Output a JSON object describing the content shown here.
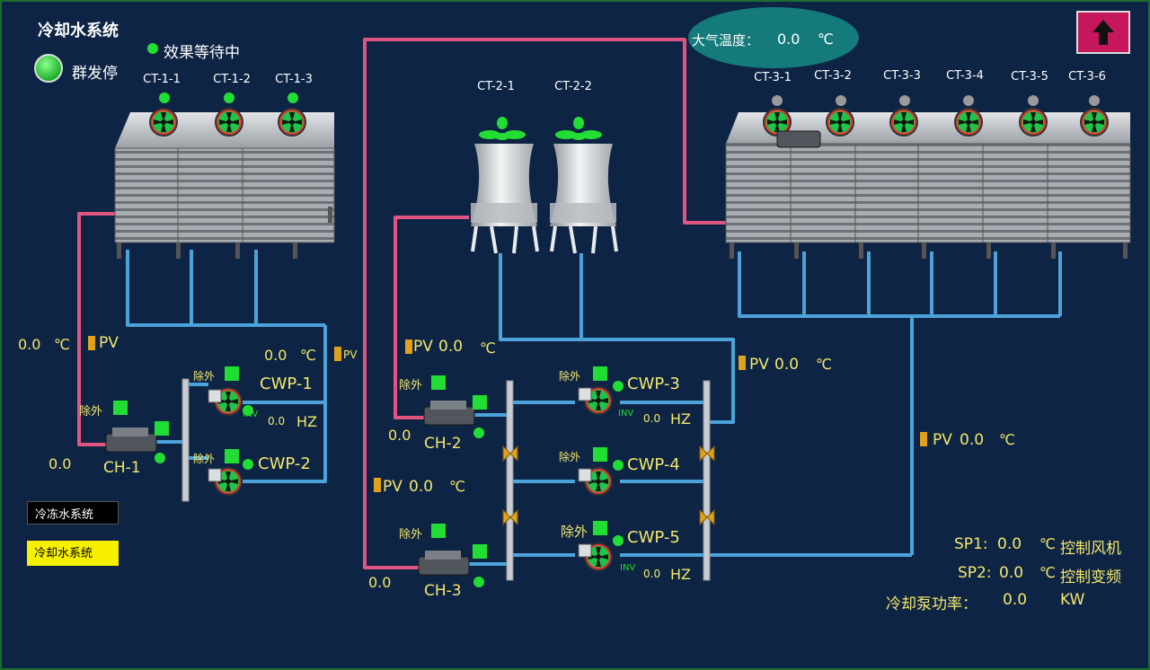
{
  "title": "冷却水系统",
  "status": {
    "text": "效果等待中",
    "dot_color": "#22dd33"
  },
  "group_stop": {
    "label": "群发停"
  },
  "ambient": {
    "label": "大气温度：",
    "value": "0.0",
    "unit": "℃"
  },
  "up_button": {
    "icon": "arrow-up-icon"
  },
  "towers": {
    "group1": [
      "CT-1-1",
      "CT-1-2",
      "CT-1-3"
    ],
    "group2": [
      "CT-2-1",
      "CT-2-2"
    ],
    "group3": [
      "CT-3-1",
      "CT-3-2",
      "CT-3-3",
      "CT-3-4",
      "CT-3-5",
      "CT-3-6"
    ]
  },
  "sensors": {
    "pv1": {
      "value": "0.0",
      "unit": "℃",
      "tag": "PV"
    },
    "pv2": {
      "value": "0.0",
      "unit": "℃",
      "tag": "PV"
    },
    "pv3": {
      "tag": "PV",
      "value": "0.0",
      "unit": "℃"
    },
    "pv4": {
      "tag": "PV",
      "value": "0.0",
      "unit": "℃"
    },
    "pv5": {
      "tag": "PV",
      "value": "0.0",
      "unit": "℃"
    },
    "pv6": {
      "tag": "PV",
      "value": "0.0",
      "unit": "℃"
    }
  },
  "chillers": [
    {
      "name": "CH-1",
      "value": "0.0",
      "except": "除外"
    },
    {
      "name": "CH-2",
      "value": "0.0",
      "except": "除外"
    },
    {
      "name": "CH-3",
      "value": "0.0",
      "except": "除外"
    }
  ],
  "pumps": [
    {
      "name": "CWP-1",
      "except": "除外"
    },
    {
      "name": "CWP-2",
      "except": "除外"
    },
    {
      "name": "CWP-3",
      "except": "除外"
    },
    {
      "name": "CWP-4",
      "except": "除外"
    },
    {
      "name": "CWP-5",
      "except": "除外"
    }
  ],
  "inv": [
    {
      "tag": "INV",
      "value": "0.0",
      "unit": "HZ"
    },
    {
      "tag": "INV",
      "value": "0.0",
      "unit": "HZ"
    },
    {
      "tag": "INV",
      "value": "0.0",
      "unit": "HZ"
    }
  ],
  "nav": {
    "chilled": "冷冻水系统",
    "cooling": "冷却水系统"
  },
  "setpoints": {
    "sp1": {
      "label": "SP1:",
      "value": "0.0",
      "unit": "℃",
      "desc": "控制风机"
    },
    "sp2": {
      "label": "SP2:",
      "value": "0.0",
      "unit": "℃",
      "desc": "控制变频"
    },
    "power": {
      "label": "冷却泵功率：",
      "value": "0.0",
      "unit": "KW"
    }
  },
  "colors": {
    "background": "#0e2444",
    "supply_pipe": "#e0557f",
    "return_pipe": "#4ba3d9",
    "status_green": "#22dd33",
    "text_yellow": "#f2e86b",
    "ambient_oval": "#147a7a",
    "nav_active": "#f6f000"
  }
}
